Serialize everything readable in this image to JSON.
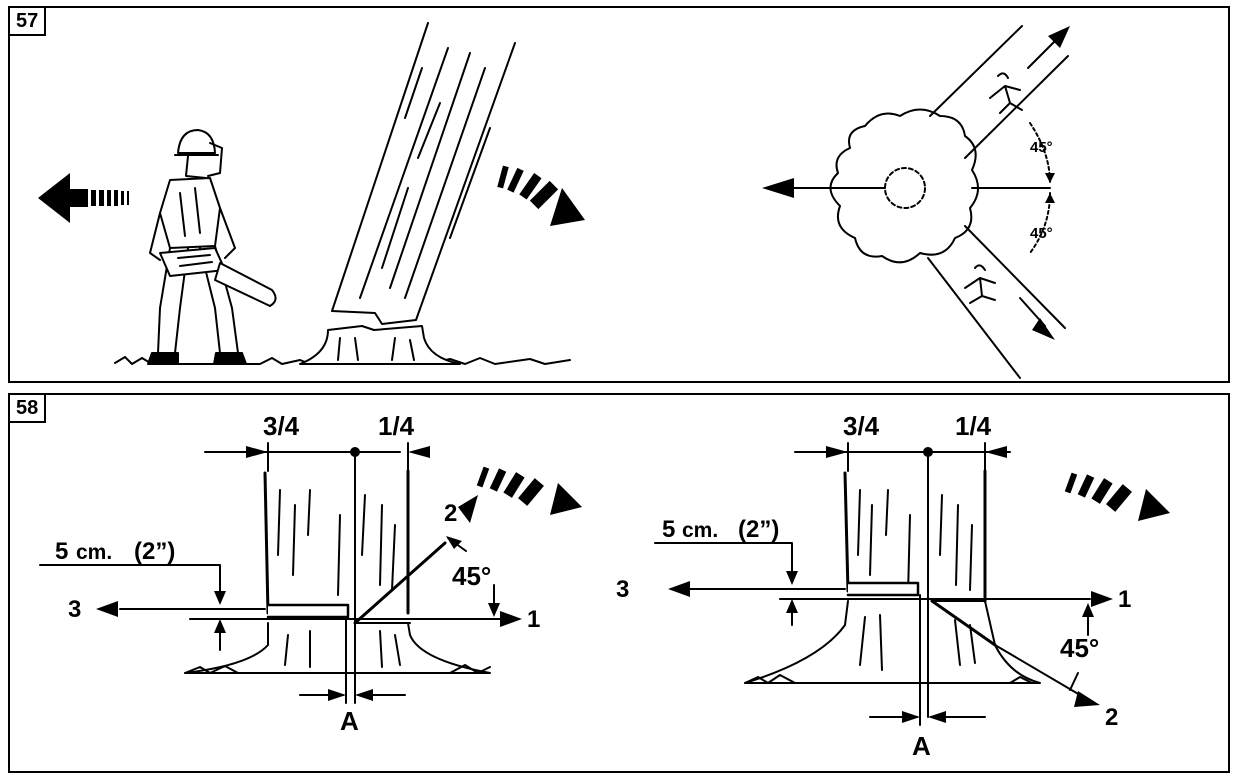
{
  "fig57": {
    "number": "57",
    "angle_upper": "45°",
    "angle_lower": "45°"
  },
  "fig58": {
    "number": "58",
    "left": {
      "frac_left": "3/4",
      "frac_right": "1/4",
      "hinge_num": "5",
      "hinge_unit": "cm.",
      "hinge_inch": "(2”)",
      "cut1": "1",
      "cut2": "2",
      "cut3": "3",
      "angle": "45°",
      "dim_a": "A"
    },
    "right": {
      "frac_left": "3/4",
      "frac_right": "1/4",
      "hinge_num": "5",
      "hinge_unit": "cm.",
      "hinge_inch": "(2”)",
      "cut1": "1",
      "cut2": "2",
      "cut3": "3",
      "angle": "45°",
      "dim_a": "A"
    }
  }
}
